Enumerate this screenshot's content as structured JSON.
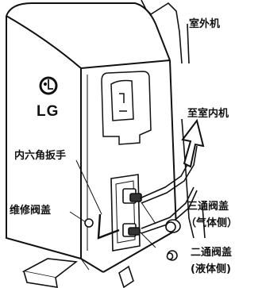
{
  "brand": {
    "text": "LG"
  },
  "labels": {
    "outdoor_unit": "室外机",
    "to_indoor_unit": "至室内机",
    "hex_wrench": "内六角扳手",
    "service_valve_cap": "维修阀盖",
    "three_way_valve_cap": "三通阀盖",
    "three_way_valve_side": "（气体侧）",
    "two_way_valve_cap": "二通阀盖",
    "two_way_valve_side": "(液体侧)"
  },
  "colors": {
    "line": "#111111",
    "background": "#ffffff"
  }
}
